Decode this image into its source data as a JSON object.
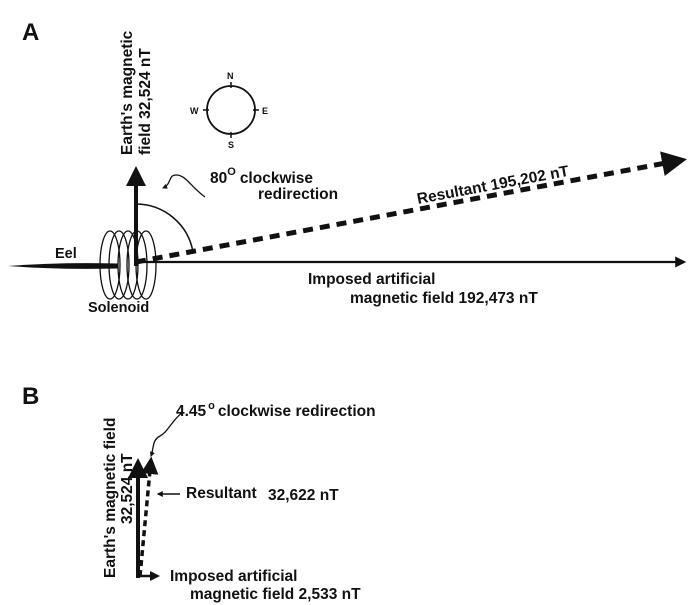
{
  "panel_a": {
    "letter": "A",
    "earth_field_line1": "Earth's magnetic",
    "earth_field_line2": "field 32,524 nT",
    "angle_value": "80",
    "angle_degree": "O",
    "angle_line1_rest": "clockwise",
    "angle_line2": "redirection",
    "resultant": "Resultant  195,202 nT",
    "imposed_line1": "Imposed artificial",
    "imposed_line2": "magnetic field   192,473 nT",
    "eel": "Eel",
    "solenoid": "Solenoid",
    "compass": {
      "n": "N",
      "e": "E",
      "s": "S",
      "w": "W"
    }
  },
  "panel_b": {
    "letter": "B",
    "earth_field_line1": "Earth's magnetic field",
    "earth_field_line2": "32,524 nT",
    "angle_value": "4.45",
    "angle_degree": "o",
    "angle_rest": "clockwise  redirection",
    "resultant_label": "Resultant",
    "resultant_value": "32,622 nT",
    "imposed_line1": "Imposed artificial",
    "imposed_line2": "magnetic field  2,533 nT"
  },
  "colors": {
    "ink": "#111111",
    "background": "#ffffff"
  }
}
